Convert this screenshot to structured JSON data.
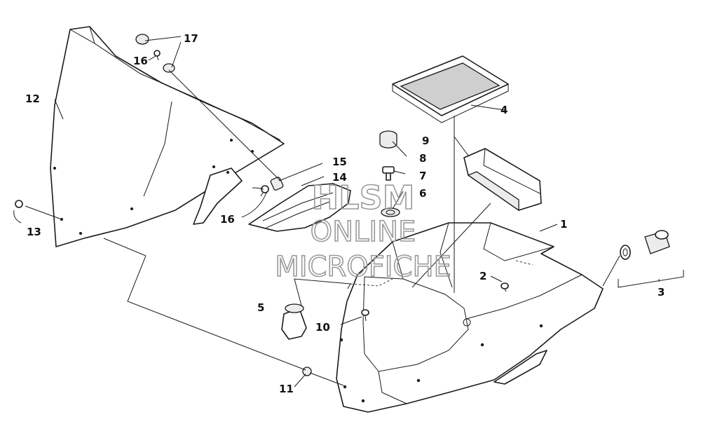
{
  "watermark": {
    "line1": "HLSM",
    "line2": "ONLINE",
    "line3": "MICROFICHE"
  },
  "callouts": [
    {
      "id": "1",
      "label": "1"
    },
    {
      "id": "2",
      "label": "2"
    },
    {
      "id": "3",
      "label": "3"
    },
    {
      "id": "4",
      "label": "4"
    },
    {
      "id": "5",
      "label": "5"
    },
    {
      "id": "6",
      "label": "6"
    },
    {
      "id": "7",
      "label": "7"
    },
    {
      "id": "8",
      "label": "8"
    },
    {
      "id": "9",
      "label": "9"
    },
    {
      "id": "10",
      "label": "10"
    },
    {
      "id": "11",
      "label": "11"
    },
    {
      "id": "12",
      "label": "12"
    },
    {
      "id": "13",
      "label": "13"
    },
    {
      "id": "14",
      "label": "14"
    },
    {
      "id": "15",
      "label": "15"
    },
    {
      "id": "16a",
      "label": "16"
    },
    {
      "id": "16b",
      "label": "16"
    },
    {
      "id": "17",
      "label": "17"
    }
  ]
}
